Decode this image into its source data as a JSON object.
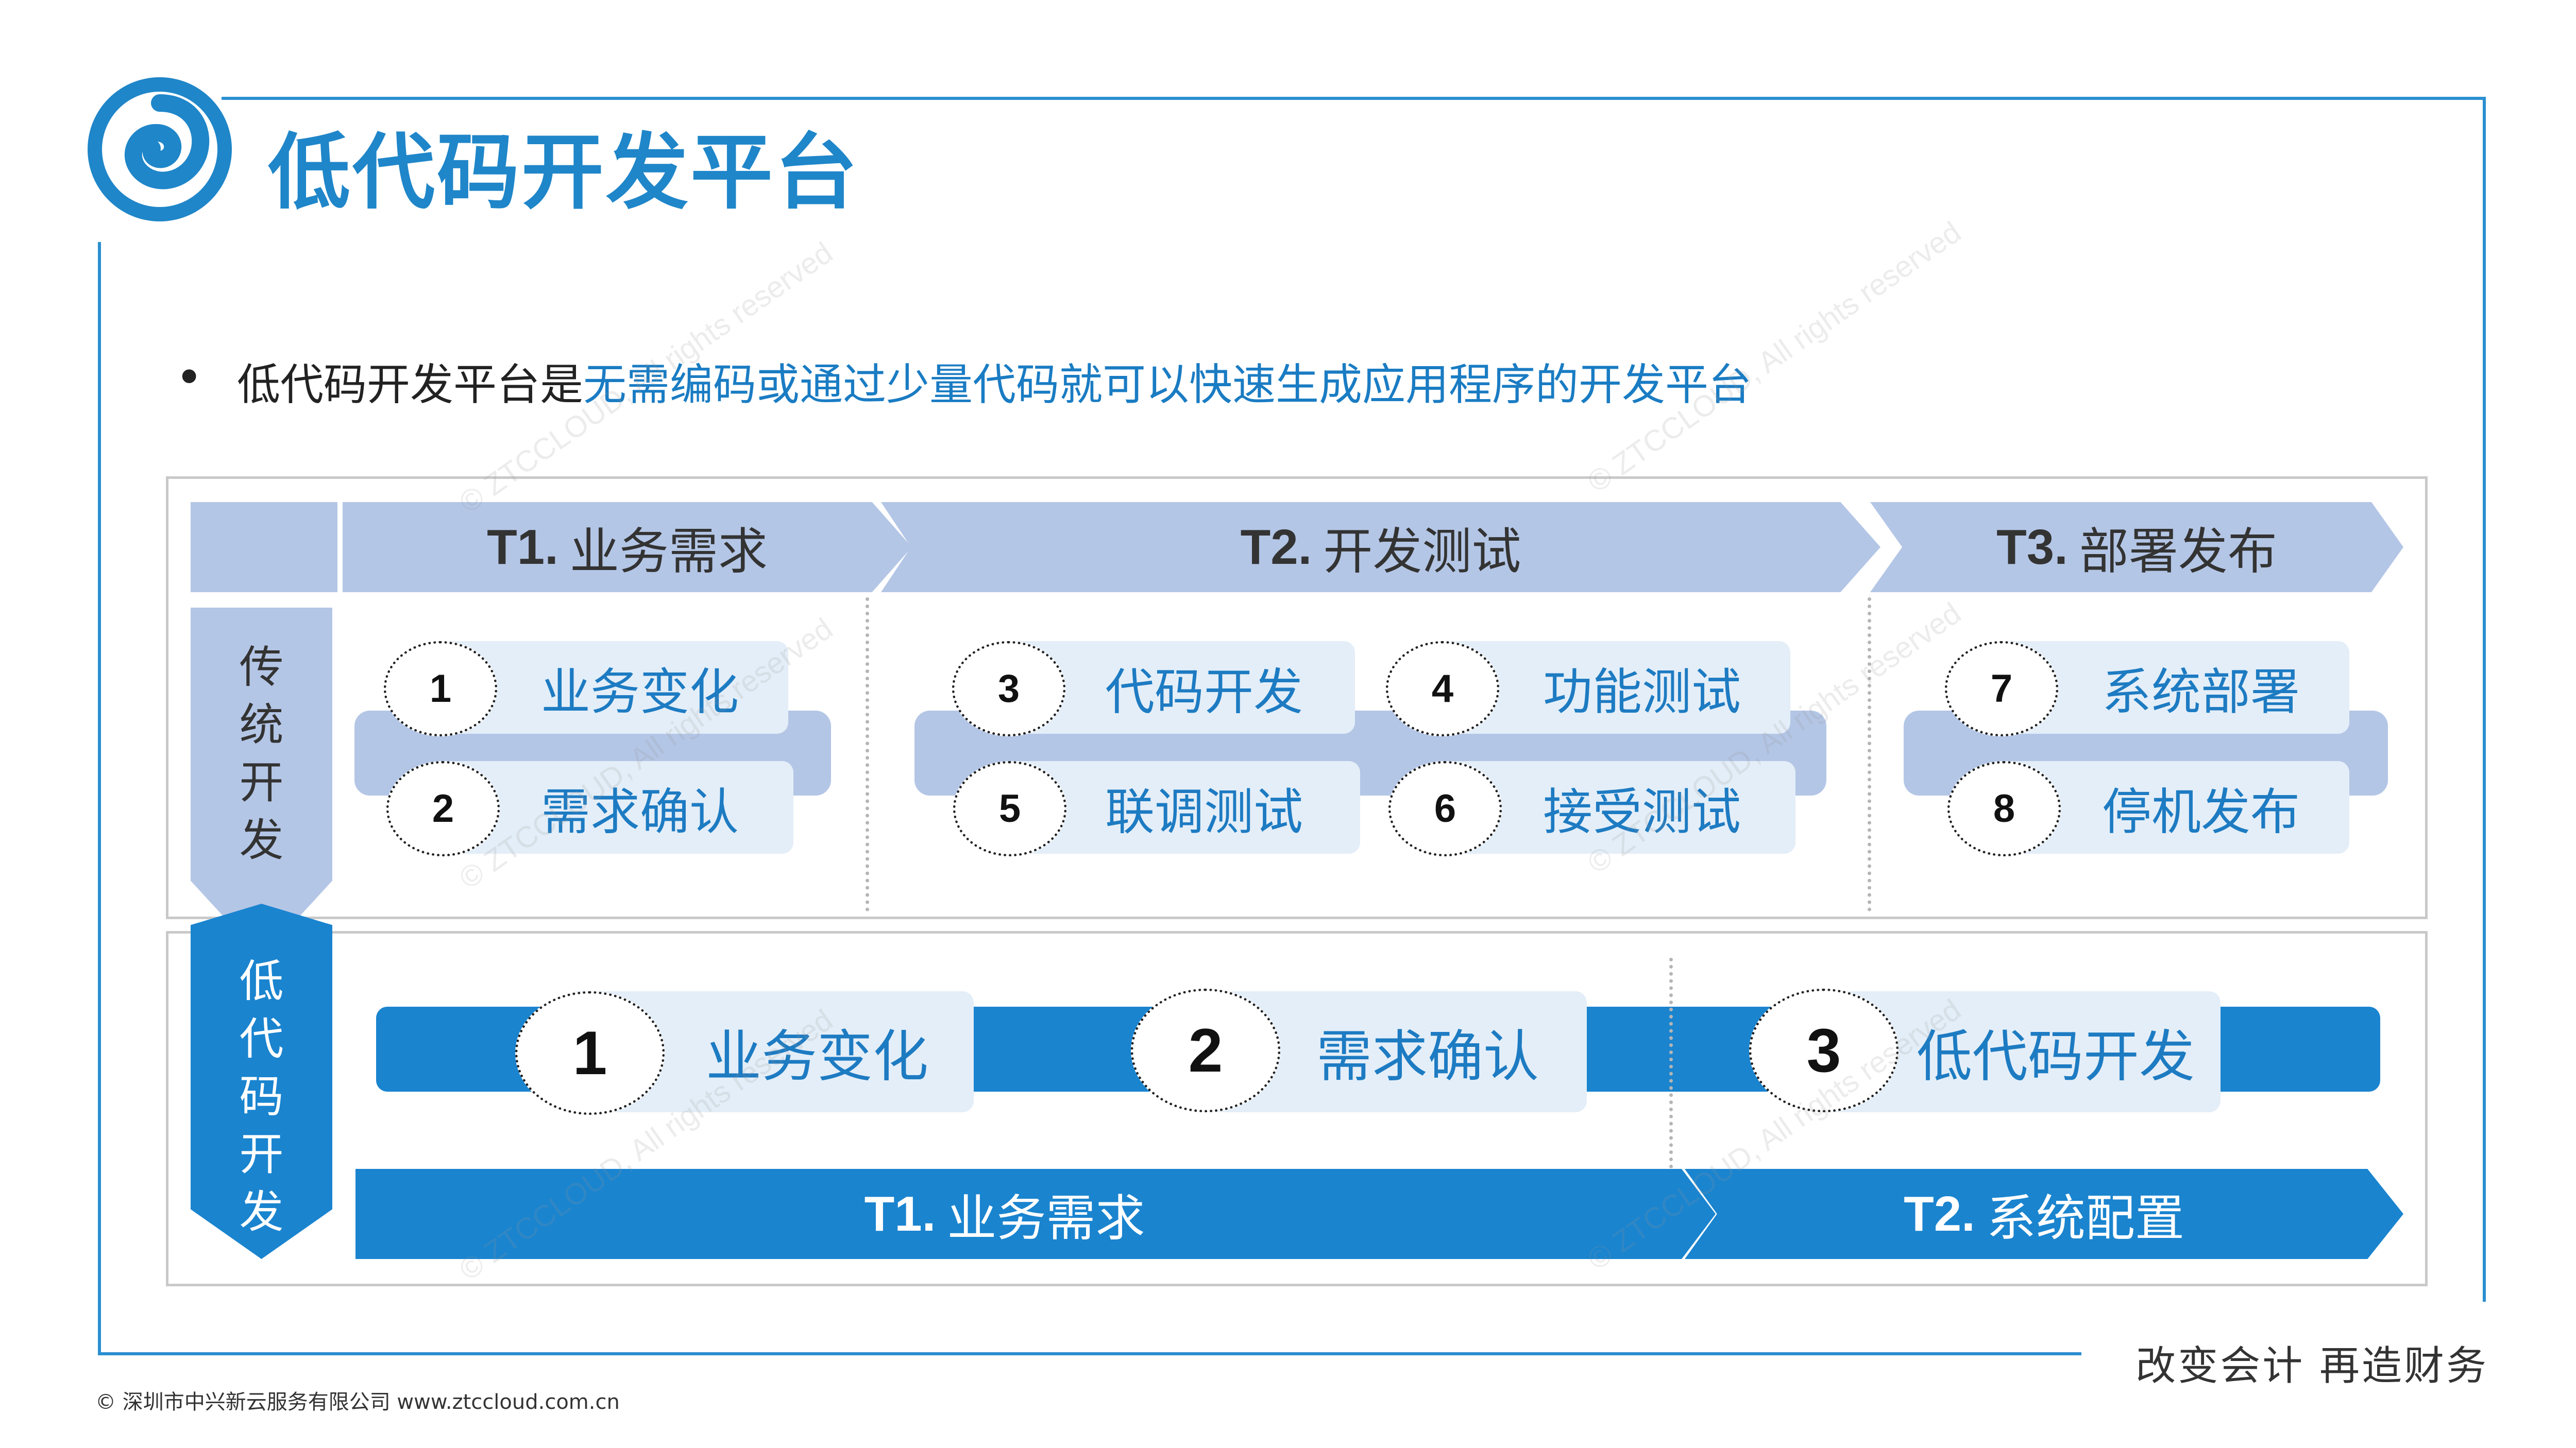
{
  "header": {
    "title": "低代码开发平台"
  },
  "intro": {
    "bullet": "•",
    "prefix": "低代码开发平台是",
    "highlight": "无需编码或通过少量代码就可以快速生成应用程序的开发平台"
  },
  "traditional": {
    "row_label": [
      "传",
      "统",
      "开",
      "发"
    ],
    "phases": [
      {
        "code": "T1.",
        "label": "业务需求"
      },
      {
        "code": "T2.",
        "label": "开发测试"
      },
      {
        "code": "T3.",
        "label": "部署发布"
      }
    ],
    "steps": [
      {
        "num": "1",
        "label": "业务变化"
      },
      {
        "num": "2",
        "label": "需求确认"
      },
      {
        "num": "3",
        "label": "代码开发"
      },
      {
        "num": "4",
        "label": "功能测试"
      },
      {
        "num": "5",
        "label": "联调测试"
      },
      {
        "num": "6",
        "label": "接受测试"
      },
      {
        "num": "7",
        "label": "系统部署"
      },
      {
        "num": "8",
        "label": "停机发布"
      }
    ]
  },
  "lowcode": {
    "row_label": [
      "低",
      "代",
      "码",
      "开",
      "发"
    ],
    "steps": [
      {
        "num": "1",
        "label": "业务变化"
      },
      {
        "num": "2",
        "label": "需求确认"
      },
      {
        "num": "3",
        "label": "低代码开发"
      }
    ],
    "phases": [
      {
        "code": "T1.",
        "label": "业务需求"
      },
      {
        "code": "T2.",
        "label": "系统配置"
      }
    ]
  },
  "watermark": "© ZTCCLOUD, All rights reserved",
  "footer": {
    "slogan": "改变会计  再造财务",
    "copyright": "© 深圳市中兴新云服务有限公司   www.ztccloud.com.cn"
  },
  "colors": {
    "accent": "#1f86c9",
    "light_band": "#b4c6e6",
    "pill": "#e4eef8",
    "lowcode_blue": "#1a84cf"
  }
}
